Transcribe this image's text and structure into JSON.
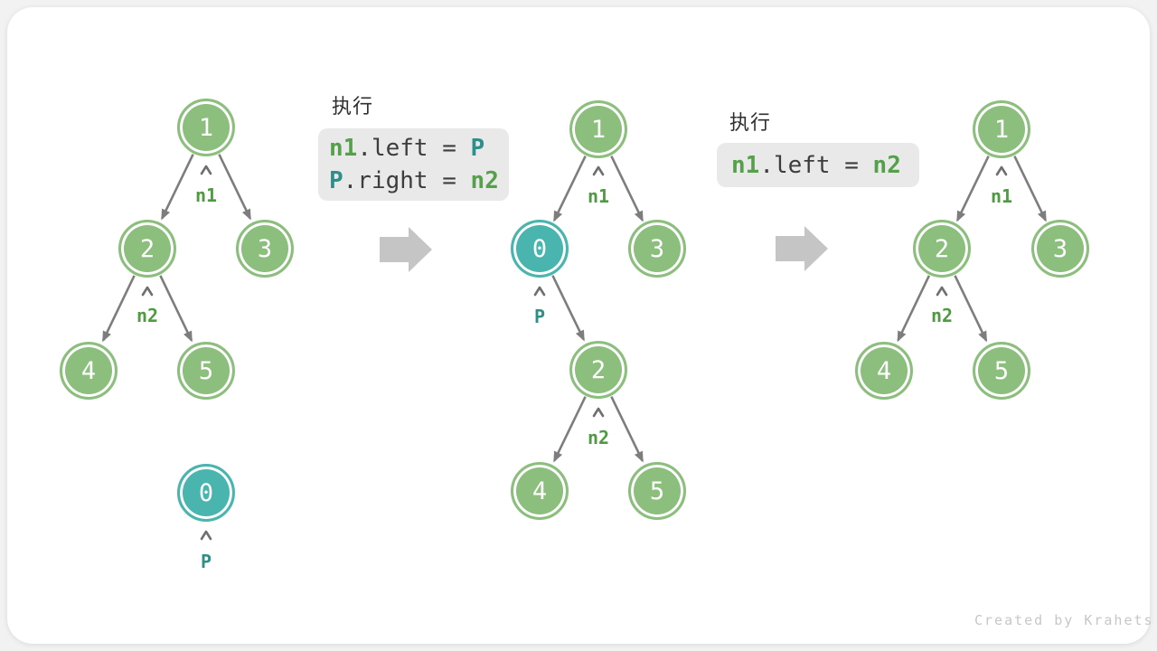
{
  "titles": {
    "step1": "执行",
    "step2": "执行"
  },
  "code_blocks": [
    {
      "lines": [
        {
          "segments": [
            {
              "text": "n1"
            },
            {
              "text": ".left = "
            },
            {
              "text": "P"
            }
          ]
        },
        {
          "segments": [
            {
              "text": "P"
            },
            {
              "text": ".right = "
            },
            {
              "text": "n2"
            }
          ]
        }
      ]
    },
    {
      "lines": [
        {
          "segments": [
            {
              "text": "n1"
            },
            {
              "text": ".left = "
            },
            {
              "text": "n2"
            }
          ]
        }
      ]
    }
  ],
  "trees": [
    {
      "id": "before",
      "nodes": [
        {
          "value": "1"
        },
        {
          "value": "2"
        },
        {
          "value": "3"
        },
        {
          "value": "4"
        },
        {
          "value": "5"
        },
        {
          "value": "0",
          "highlight": true
        }
      ],
      "pointers": [
        {
          "text": "n1"
        },
        {
          "text": "n2"
        },
        {
          "text": "P"
        }
      ]
    },
    {
      "id": "during",
      "nodes": [
        {
          "value": "1"
        },
        {
          "value": "0",
          "highlight": true
        },
        {
          "value": "3"
        },
        {
          "value": "2"
        },
        {
          "value": "4"
        },
        {
          "value": "5"
        }
      ],
      "pointers": [
        {
          "text": "n1"
        },
        {
          "text": "P"
        },
        {
          "text": "n2"
        }
      ]
    },
    {
      "id": "after",
      "nodes": [
        {
          "value": "1"
        },
        {
          "value": "2"
        },
        {
          "value": "3"
        },
        {
          "value": "4"
        },
        {
          "value": "5"
        }
      ],
      "pointers": [
        {
          "text": "n1"
        },
        {
          "text": "n2"
        }
      ]
    }
  ],
  "watermark": "Created by Krahets",
  "colors": {
    "page_bg": "#f1f2f1",
    "card_bg": "#ffffff",
    "node_green": "#8cbe7d",
    "node_teal": "#4ab4ae",
    "node_text": "#ffffff",
    "label_green": "#4f9a42",
    "label_teal": "#2e8f88",
    "code_green": "#55a04a",
    "code_teal": "#2e8f8a",
    "code_text": "#3d3d3d",
    "code_bg": "#e9e9e9",
    "edge_gray": "#7d7d7d",
    "chevron_gray": "#6f6f6f",
    "block_arrow_gray": "#c5c5c5",
    "watermark_gray": "#c7c7c7",
    "title_text": "#2f2f2f"
  }
}
